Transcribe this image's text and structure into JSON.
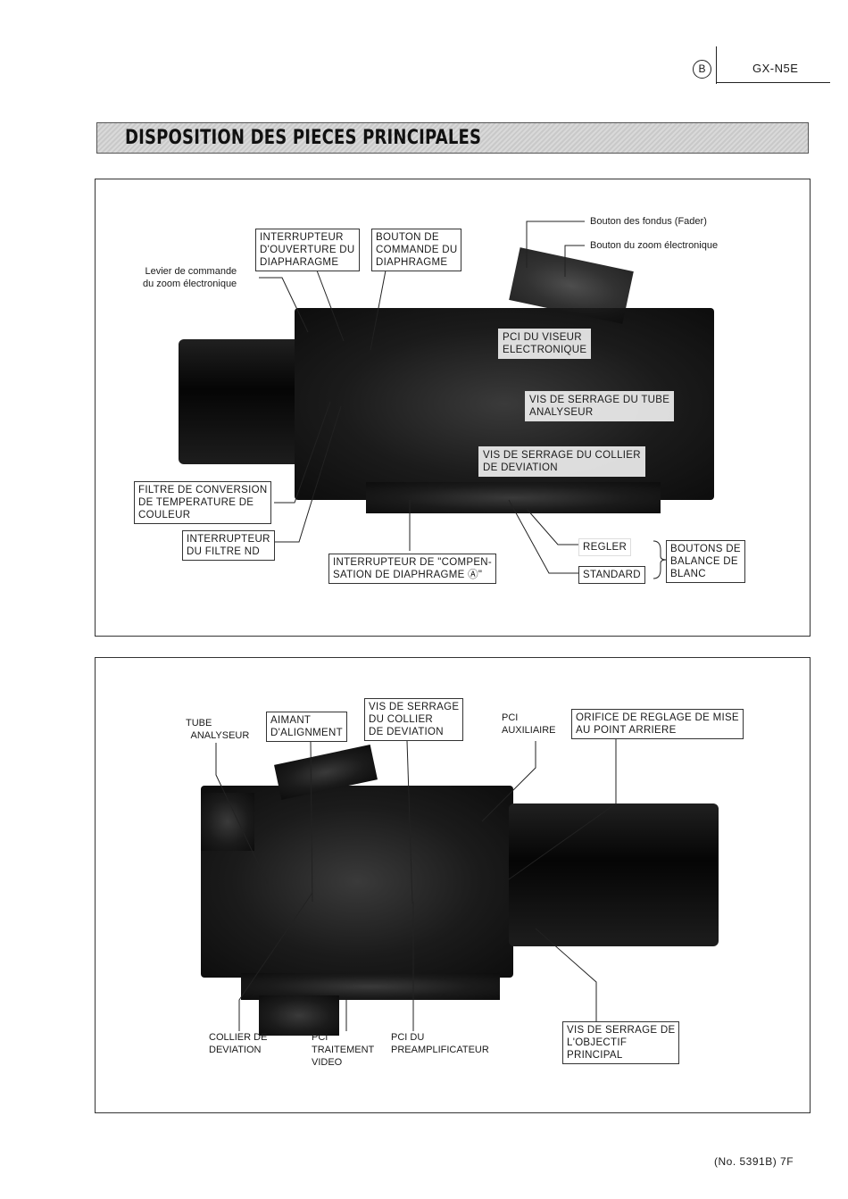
{
  "header": {
    "circle_letter": "B",
    "model": "GX-N5E"
  },
  "title": "DISPOSITION DES PIECES PRINCIPALES",
  "figure1": {
    "labels": {
      "fader": "Bouton des fondus (Fader)",
      "zoom_button": "Bouton du zoom électronique",
      "zoom_lever": "Levier de commande\ndu zoom électronique",
      "iris_switch": "INTERRUPTEUR\nD'OUVERTURE DU\nDIAPHARAGME",
      "iris_button": "BOUTON DE\nCOMMANDE DU\nDIAPHRAGME",
      "viewfinder_pcb": "PCI DU VISEUR\nELECTRONIQUE",
      "tube_screw": "VIS DE SERRAGE DU TUBE\nANALYSEUR",
      "collar_screw": "VIS DE SERRAGE DU COLLIER\nDE DEVIATION",
      "color_filter": "FILTRE DE CONVERSION\nDE TEMPERATURE DE\nCOULEUR",
      "nd_switch": "INTERRUPTEUR\nDU FILTRE ND",
      "iris_comp": "INTERRUPTEUR DE \"COMPEN-\nSATION DE DIAPHRAGME Ⓐ\"",
      "regler": "REGLER",
      "standard": "STANDARD",
      "white_balance": "BOUTONS DE\nBALANCE DE\nBLANC"
    }
  },
  "figure2": {
    "labels": {
      "tube": "TUBE\n  ANALYSEUR",
      "magnet": "AIMANT\nD'ALIGNMENT",
      "collar_screw": "VIS DE SERRAGE\nDU COLLIER\nDE DEVIATION",
      "aux_pcb": "PCI\nAUXILIAIRE",
      "back_focus": "ORIFICE DE REGLAGE DE MISE\nAU POINT ARRIERE",
      "deflection_collar": "COLLIER DE\nDEVIATION",
      "video_pcb": "PCI\nTRAITEMENT\nVIDEO",
      "preamp_pcb": "PCI DU\nPREAMPLIFICATEUR",
      "lens_screw": "VIS DE SERRAGE DE\nL'OBJECTIF\nPRINCIPAL"
    }
  },
  "footer": "(No. 5391B) 7F"
}
